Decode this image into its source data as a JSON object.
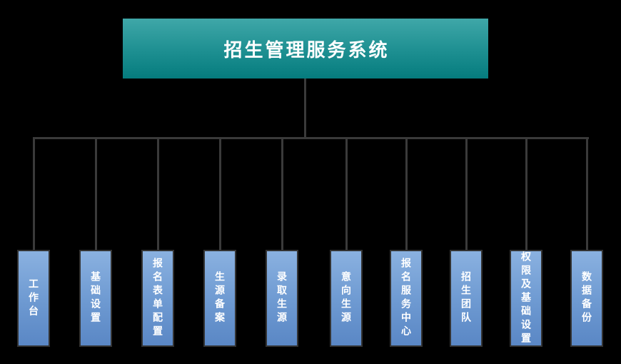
{
  "title": "招生管理服务系统",
  "root": {
    "label": "招生管理服务系统",
    "gradient_top": "#3fa7a8",
    "gradient_bottom": "#057c7e",
    "text_color": "#ffffff"
  },
  "nodes": [
    {
      "label": "工作台"
    },
    {
      "label": "基础设置"
    },
    {
      "label": "报名表单配置"
    },
    {
      "label": "生源备案"
    },
    {
      "label": "录取生源"
    },
    {
      "label": "意向生源"
    },
    {
      "label": "报名服务中心"
    },
    {
      "label": "招生团队"
    },
    {
      "label": "权限及基础设置"
    },
    {
      "label": "数据备份"
    }
  ],
  "node_style": {
    "gradient_top": "#8ab1e0",
    "gradient_bottom": "#5a87c5",
    "border_color": "#333333",
    "text_color": "#ffffff"
  },
  "connector_color": "#3a3a3a",
  "background_color": "#000000"
}
